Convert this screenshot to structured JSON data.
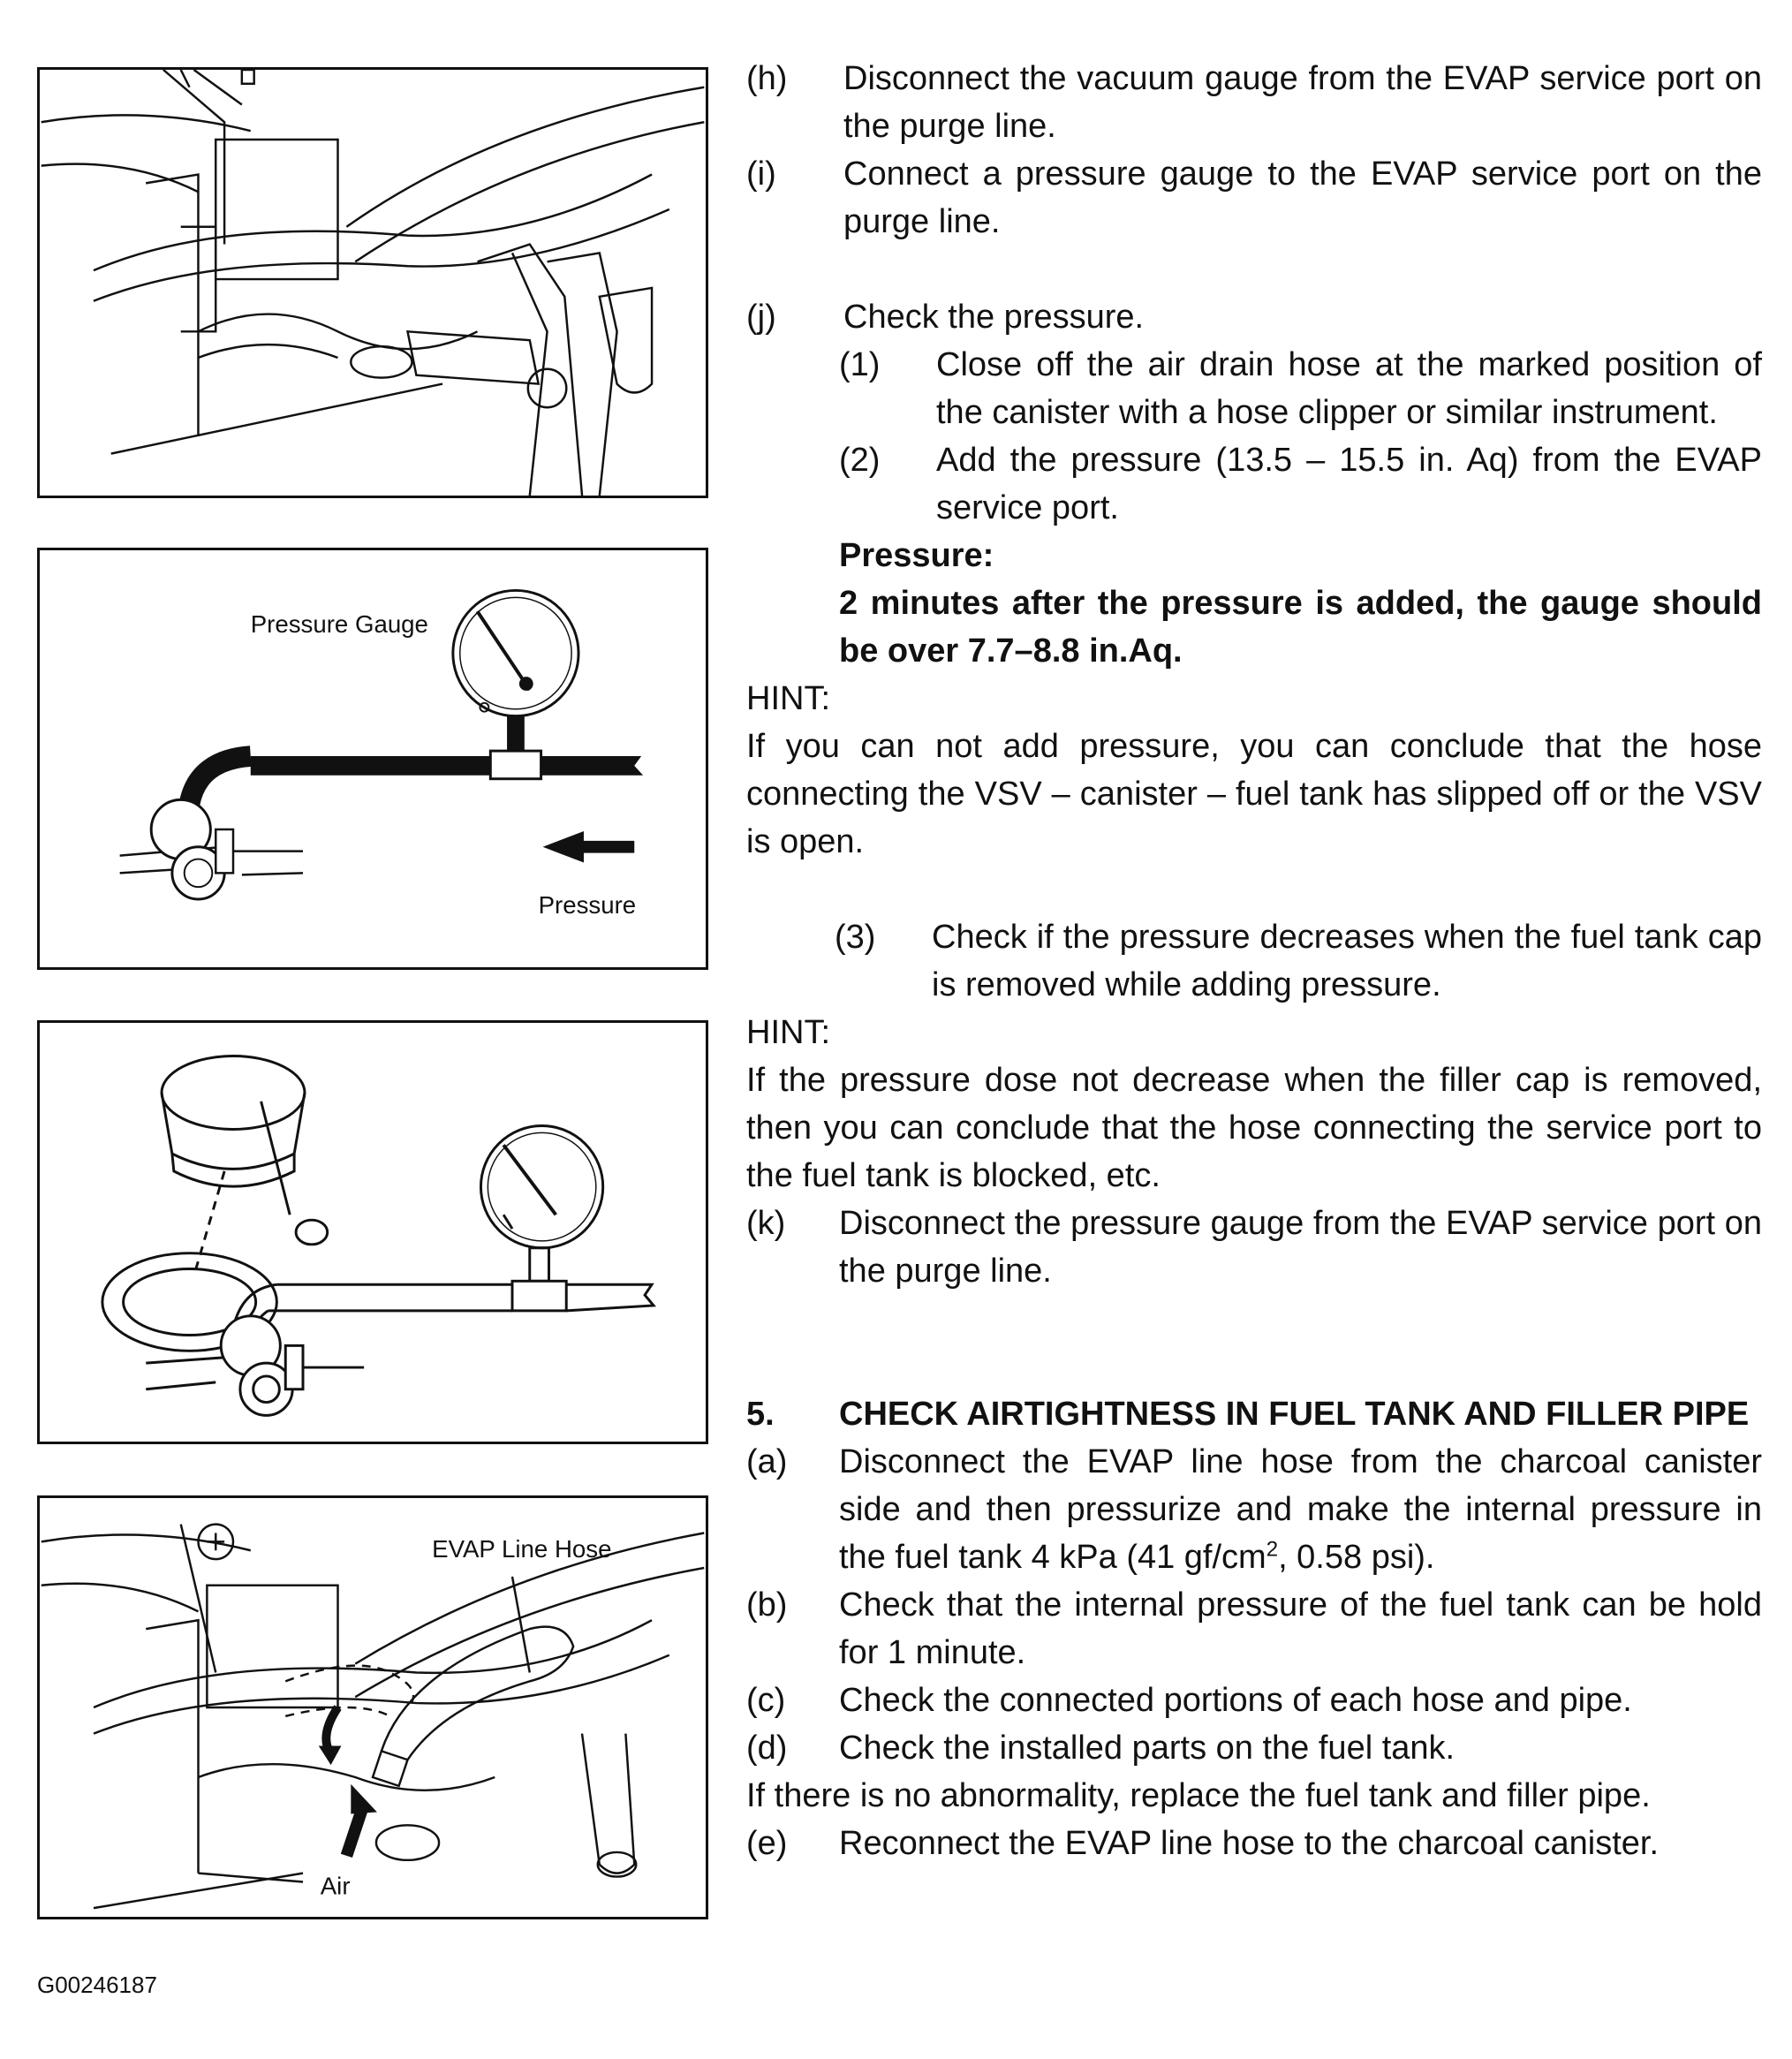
{
  "figures": [
    {
      "id": "fig-hose-clipper",
      "labels": []
    },
    {
      "id": "fig-pressure-gauge",
      "labels": {
        "gauge": "Pressure Gauge",
        "arrow": "Pressure"
      }
    },
    {
      "id": "fig-fuel-cap",
      "labels": []
    },
    {
      "id": "fig-evap-line-hose",
      "labels": {
        "hose": "EVAP Line Hose",
        "air": "Air"
      }
    }
  ],
  "figure_id": "G00246187",
  "steps": {
    "h": {
      "label": "(h)",
      "text": "Disconnect the vacuum gauge from the EVAP service port on the purge line."
    },
    "i": {
      "label": "(i)",
      "text": "Connect a pressure gauge to the EVAP service port on the purge line."
    },
    "j": {
      "label": "(j)",
      "text": "Check the pressure."
    },
    "j1": {
      "label": "(1)",
      "text": "Close off the air drain hose at the marked position of the canister with a hose clipper or similar instrument."
    },
    "j2": {
      "label": "(2)",
      "text": "Add the pressure (13.5 – 15.5 in. Aq) from the EVAP service port."
    },
    "spec_title": "Pressure:",
    "spec_text": "2 minutes after the pressure is added, the gauge should be over 7.7–8.8 in.Aq.",
    "hint1_title": "HINT:",
    "hint1_text": "If you can not add pressure, you can conclude that the hose connecting the VSV – canister – fuel tank has slipped off or the VSV is open.",
    "j3": {
      "label": "(3)",
      "text": "Check if the pressure decreases when the fuel tank cap is removed while adding pressure."
    },
    "hint2_title": "HINT:",
    "hint2_text": "If the pressure dose not decrease when the filler cap is removed, then you can conclude that the hose connecting the service port to the fuel tank is blocked, etc.",
    "k": {
      "label": "(k)",
      "text": "Disconnect the pressure gauge from the EVAP service port on the purge line."
    }
  },
  "section5": {
    "number": "5.",
    "title": "CHECK AIRTIGHTNESS IN FUEL TANK AND FILLER PIPE",
    "a": {
      "label": "(a)",
      "text_before": "Disconnect the EVAP line hose from the charcoal canister side and then pressurize and make the internal pressure in the fuel tank 4 kPa (41 gf/cm",
      "sup": "2",
      "text_after": ", 0.58 psi)."
    },
    "b": {
      "label": "(b)",
      "text": "Check that the internal pressure of the fuel tank can be hold for 1 minute."
    },
    "c": {
      "label": "(c)",
      "text": "Check the connected portions of each hose and pipe."
    },
    "d": {
      "label": "(d)",
      "text": "Check the installed parts on the fuel tank."
    },
    "note": "If there is no abnormality, replace the fuel tank and filler pipe.",
    "e": {
      "label": "(e)",
      "text": "Reconnect the EVAP line hose to the charcoal canister."
    }
  }
}
